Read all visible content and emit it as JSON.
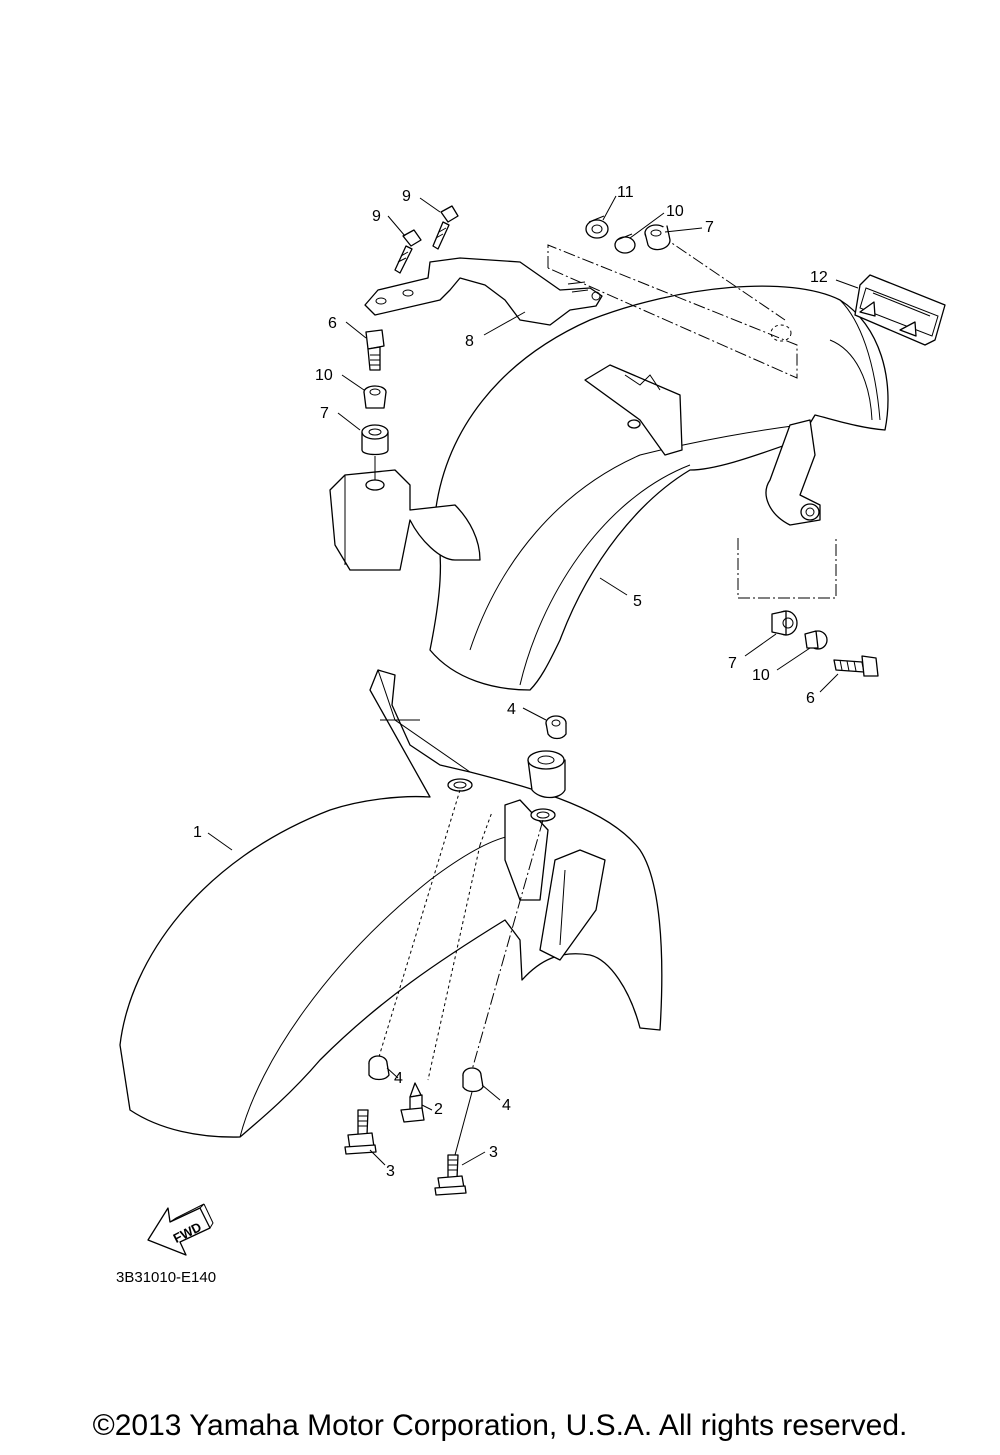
{
  "diagram": {
    "callouts": {
      "c9a": "9",
      "c9b": "9",
      "c11": "11",
      "c10a": "10",
      "c7a": "7",
      "c12": "12",
      "c6a": "6",
      "c10b": "10",
      "c7b": "7",
      "c8": "8",
      "c5": "5",
      "c7c": "7",
      "c10c": "10",
      "c6b": "6",
      "c4a": "4",
      "c1": "1",
      "c4b": "4",
      "c2": "2",
      "c4c": "4",
      "c3a": "3",
      "c3b": "3"
    },
    "fwd_label": "FWD",
    "diagram_code": "3B31010-E140"
  },
  "footer": {
    "copyright": "©2013 Yamaha Motor Corporation, U.S.A. All rights reserved."
  }
}
